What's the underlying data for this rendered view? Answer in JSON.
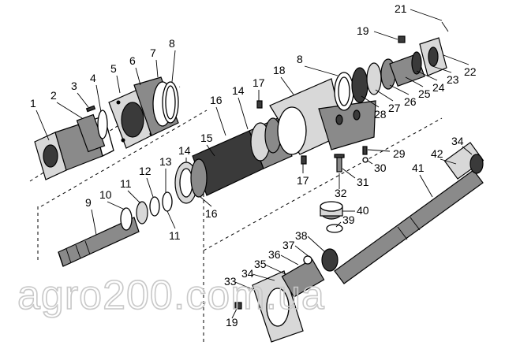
{
  "diagram": {
    "callouts": [
      {
        "id": "c1",
        "label": "1"
      },
      {
        "id": "c2",
        "label": "2"
      },
      {
        "id": "c3",
        "label": "3"
      },
      {
        "id": "c4",
        "label": "4"
      },
      {
        "id": "c5",
        "label": "5"
      },
      {
        "id": "c6",
        "label": "6"
      },
      {
        "id": "c7",
        "label": "7"
      },
      {
        "id": "c8a",
        "label": "8"
      },
      {
        "id": "c8b",
        "label": "8"
      },
      {
        "id": "c9",
        "label": "9"
      },
      {
        "id": "c10",
        "label": "10"
      },
      {
        "id": "c11a",
        "label": "11"
      },
      {
        "id": "c11b",
        "label": "11"
      },
      {
        "id": "c12",
        "label": "12"
      },
      {
        "id": "c13",
        "label": "13"
      },
      {
        "id": "c14a",
        "label": "14"
      },
      {
        "id": "c14b",
        "label": "14"
      },
      {
        "id": "c15",
        "label": "15"
      },
      {
        "id": "c16a",
        "label": "16"
      },
      {
        "id": "c16b",
        "label": "16"
      },
      {
        "id": "c17a",
        "label": "17"
      },
      {
        "id": "c17b",
        "label": "17"
      },
      {
        "id": "c18",
        "label": "18"
      },
      {
        "id": "c19a",
        "label": "19"
      },
      {
        "id": "c19b",
        "label": "19"
      },
      {
        "id": "c21",
        "label": "21"
      },
      {
        "id": "c22",
        "label": "22"
      },
      {
        "id": "c23",
        "label": "23"
      },
      {
        "id": "c24",
        "label": "24"
      },
      {
        "id": "c25",
        "label": "25"
      },
      {
        "id": "c26",
        "label": "26"
      },
      {
        "id": "c27",
        "label": "27"
      },
      {
        "id": "c28",
        "label": "28"
      },
      {
        "id": "c29",
        "label": "29"
      },
      {
        "id": "c30",
        "label": "30"
      },
      {
        "id": "c31",
        "label": "31"
      },
      {
        "id": "c32",
        "label": "32"
      },
      {
        "id": "c33",
        "label": "33"
      },
      {
        "id": "c34a",
        "label": "34"
      },
      {
        "id": "c34b",
        "label": "34"
      },
      {
        "id": "c35",
        "label": "35"
      },
      {
        "id": "c36",
        "label": "36"
      },
      {
        "id": "c37",
        "label": "37"
      },
      {
        "id": "c38",
        "label": "38"
      },
      {
        "id": "c39",
        "label": "39"
      },
      {
        "id": "c40",
        "label": "40"
      },
      {
        "id": "c41",
        "label": "41"
      },
      {
        "id": "c42",
        "label": "42"
      }
    ]
  },
  "watermark": {
    "text": "agro200.com.ua"
  }
}
